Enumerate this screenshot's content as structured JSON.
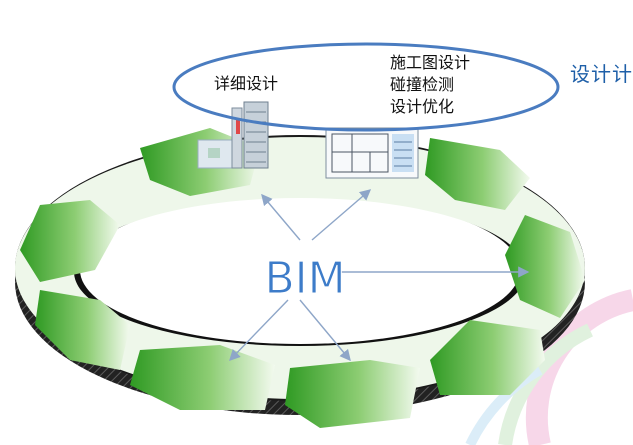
{
  "center_label": "BIM",
  "callout": {
    "title": "详细设计",
    "items": [
      "施工图设计",
      "碰撞检测",
      "设计优化"
    ]
  },
  "side_label": "设计计",
  "colors": {
    "segment_green": "#2f9a23",
    "segment_light": "#e9f5e2",
    "ring_edge": "#111111",
    "callout_stroke": "#4a7cc0",
    "arrow": "#8ea6c8",
    "bim_text": "#3d7cc9",
    "side_label": "#1e5fa8"
  },
  "icons": [
    "building-drawing-icon",
    "floor-plan-icon"
  ]
}
